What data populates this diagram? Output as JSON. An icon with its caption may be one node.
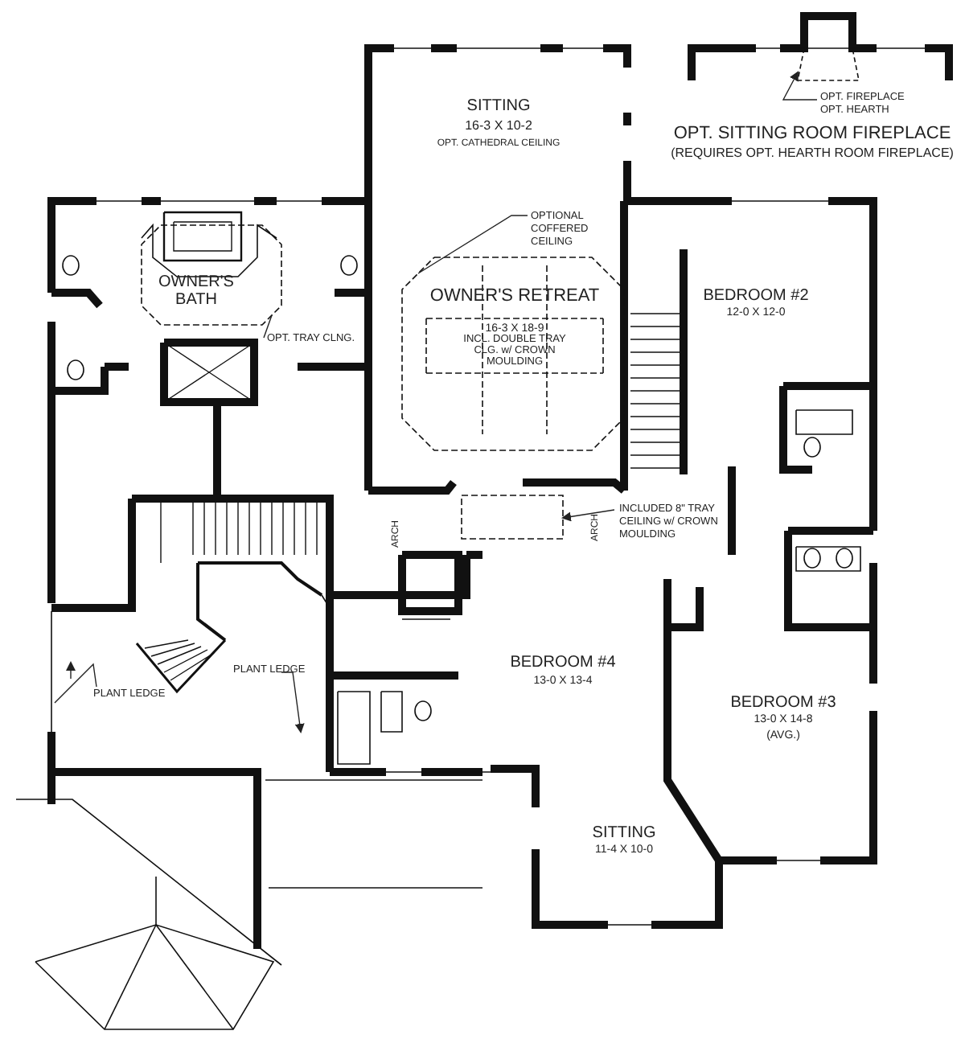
{
  "diagram": {
    "nodes": [
      {
        "text": [
          "OPT. TRAY CLNG."
        ]
      },
      {
        "text": [
          "OPTIONAL COFFERED CEILING"
        ]
      },
      {
        "text": [
          "INCLUDED 8\" TRAY CEILING w/ CROWN MOULDING"
        ]
      },
      {
        "text": [
          "PLANT LEDGE"
        ]
      },
      {
        "text": [
          "PLANT LEDGE"
        ]
      },
      {
        "text": [
          "OPT. FIREPLACE",
          "OPT. HEARTH"
        ]
      },
      {
        "text": [],
        "shape": "octagon"
      },
      {
        "text": [],
        "shape": "octagon"
      },
      {
        "text": [],
        "shape": "box"
      }
    ],
    "edges": [
      {
        "from": 0,
        "to": 7,
        "arrow": "none"
      },
      {
        "from": 1,
        "to": 6,
        "arrow": "none"
      },
      {
        "from": 2,
        "to": 8,
        "arrow": "to"
      },
      {
        "from": 3,
        "to": null,
        "arrow": "none"
      },
      {
        "from": 4,
        "to": null,
        "arrow": "to"
      },
      {
        "from": 5,
        "to": null,
        "arrow": "to"
      }
    ],
    "labels": [
      "SITTING",
      "16-3 X 10-2",
      "OPT. CATHEDRAL CEILING",
      "OPT. SITTING ROOM FIREPLACE",
      "(REQUIRES OPT. HEARTH ROOM FIREPLACE)",
      "OWNER'S BATH",
      "OWNER'S RETREAT",
      "16-3 X 18-9",
      "INCL. DOUBLE TRAY CLG. w/ CROWN MOULDING",
      "BEDROOM #2",
      "12-0 X 12-0",
      "ARCH",
      "ARCH",
      "BEDROOM #4",
      "13-0 X 13-4",
      "BEDROOM #3",
      "13-0 X 14-8",
      "(AVG.)",
      "SITTING",
      "11-4 X 10-0"
    ]
  }
}
